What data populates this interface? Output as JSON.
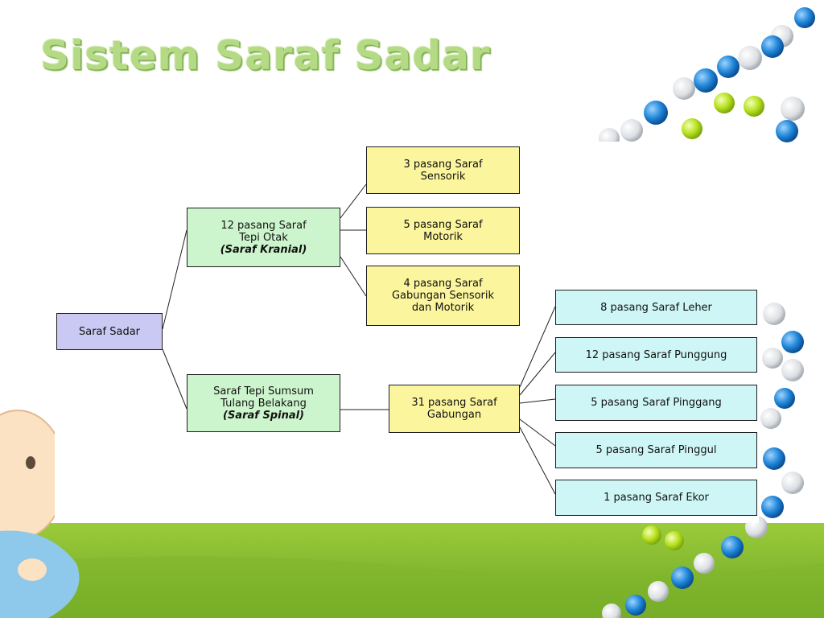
{
  "slide": {
    "title": "Sistem Saraf Sadar"
  },
  "diagram": {
    "root": {
      "label": "Saraf Sadar"
    },
    "cranial": {
      "line1": "12 pasang Saraf",
      "line2": "Tepi Otak",
      "line3": "(Saraf Kranial)"
    },
    "spinal": {
      "line1": "Saraf Tepi Sumsum",
      "line2": "Tulang Belakang",
      "line3": "(Saraf Spinal)"
    },
    "cranial_children": [
      {
        "line1": "3 pasang Saraf",
        "line2": "Sensorik"
      },
      {
        "line1": "5 pasang Saraf",
        "line2": "Motorik"
      },
      {
        "line1": "4 pasang Saraf",
        "line2": "Gabungan Sensorik",
        "line3": "dan Motorik"
      }
    ],
    "spinal_child": {
      "line1": "31 pasang Saraf",
      "line2": "Gabungan"
    },
    "spinal_leaves": [
      {
        "label": "8 pasang Saraf Leher"
      },
      {
        "label": "12 pasang Saraf Punggung"
      },
      {
        "label": "5 pasang Saraf Pinggang"
      },
      {
        "label": "5 pasang Saraf Pinggul"
      },
      {
        "label": "1 pasang Saraf Ekor"
      }
    ],
    "colors": {
      "root": "#c9c9f3",
      "level1": "#cdf5cd",
      "level2": "#fbf59d",
      "leaves": "#cff6f6",
      "title": "#b5da86"
    }
  }
}
